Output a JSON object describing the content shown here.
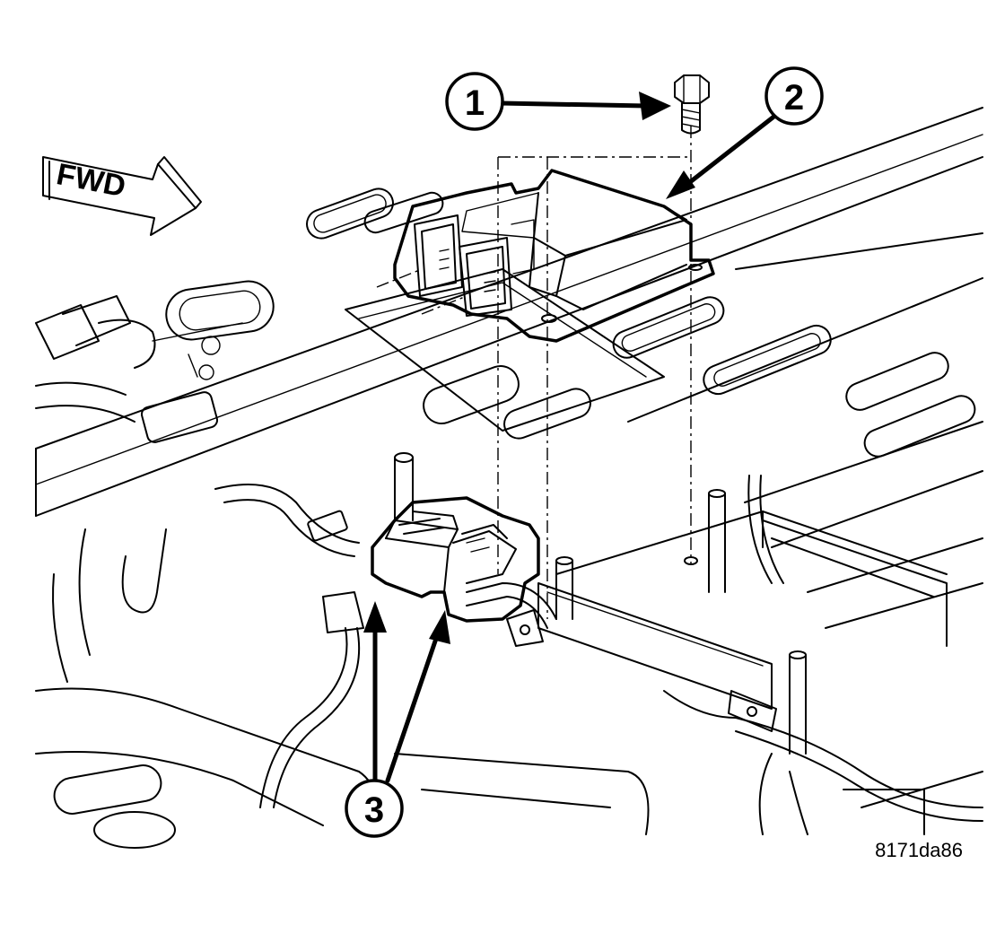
{
  "direction_label": "FWD",
  "callouts": [
    {
      "number": "1",
      "target": "bolt"
    },
    {
      "number": "2",
      "target": "airbag-control-module"
    },
    {
      "number": "3",
      "target": "wire-harness-connectors"
    }
  ],
  "figure_id": "8171da86"
}
